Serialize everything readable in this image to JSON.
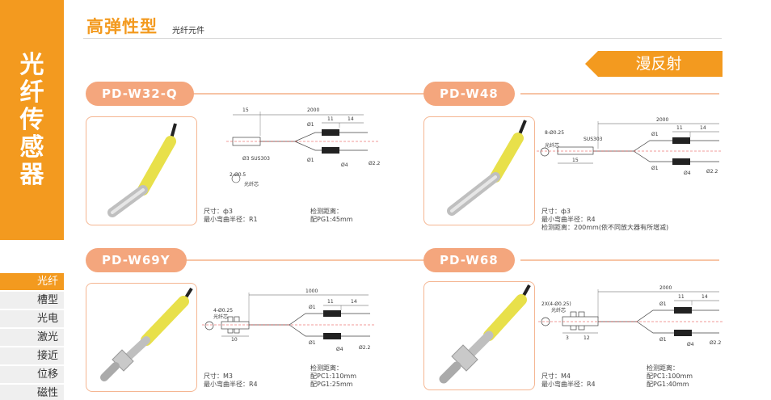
{
  "sidebar": {
    "title_chars": [
      "光",
      "纤",
      "传",
      "感",
      "器"
    ],
    "nav": [
      "光纤",
      "槽型",
      "光电",
      "激光",
      "接近",
      "位移",
      "磁性"
    ],
    "active_index": 0
  },
  "header": {
    "title": "高弹性型",
    "subtitle": "光纤元件"
  },
  "mode": "漫反射",
  "colors": {
    "accent": "#f39a1f",
    "pill": "#f4a67d"
  },
  "products": [
    {
      "model": "PD-W32-Q",
      "spec_lines": [
        "尺寸：ф3",
        "最小弯曲半径：R1"
      ],
      "detect_lines": [
        "检测距离：",
        "配PG1:45mm"
      ],
      "dims": [
        "15",
        "2000",
        "11",
        "14",
        "Ø1",
        "Ø4",
        "Ø2.2",
        "Ø3 SUS303",
        "2-Ø0.5",
        "光纤芯",
        "Ø1"
      ]
    },
    {
      "model": "PD-W48",
      "spec_lines": [
        "尺寸：ф3",
        "最小弯曲半径：R4",
        "检测距离：200mm(依不同放大器有所增减)"
      ],
      "dims": [
        "2000",
        "11",
        "14",
        "8-Ø0.25",
        "光纤芯",
        "SUS303",
        "15",
        "Ø1",
        "Ø4",
        "Ø2.2",
        "Ø1"
      ]
    },
    {
      "model": "PD-W69Y",
      "spec_lines": [
        "尺寸：M3",
        "最小弯曲半径：R4"
      ],
      "detect_lines": [
        "检测距离：",
        "配PC1:110mm",
        "配PG1:25mm"
      ],
      "dims": [
        "1000",
        "11",
        "14",
        "4-Ø0.25",
        "光纤芯",
        "10",
        "Ø1",
        "Ø4",
        "Ø2.2",
        "Ø1"
      ]
    },
    {
      "model": "PD-W68",
      "spec_lines": [
        "尺寸：M4",
        "最小弯曲半径：R4"
      ],
      "detect_lines": [
        "检测距离：",
        "配PC1:100mm",
        "配PG1:40mm"
      ],
      "dims": [
        "2000",
        "11",
        "14",
        "2X(4-Ø0.25)",
        "光纤芯",
        "3",
        "12",
        "Ø1",
        "Ø4",
        "Ø2.2",
        "Ø1"
      ]
    }
  ]
}
